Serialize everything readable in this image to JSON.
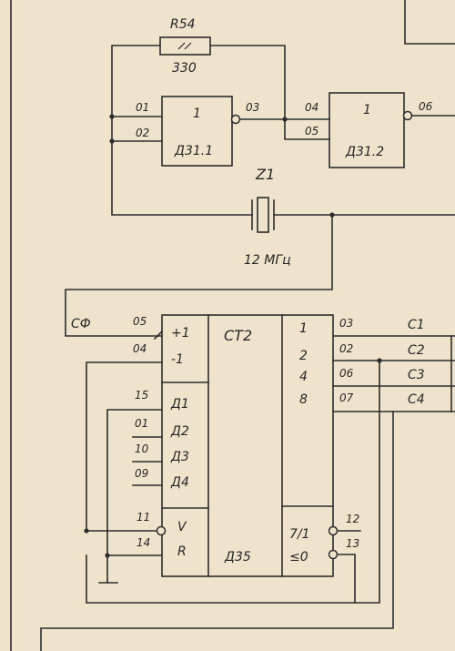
{
  "resistor": {
    "ref": "R54",
    "value": "330",
    "mark": "\\\\"
  },
  "gate1": {
    "symbol": "1",
    "ref": "Д31.1",
    "in_a": "01",
    "in_b": "02",
    "out": "03"
  },
  "gate2": {
    "symbol": "1",
    "ref": "Д31.2",
    "in_a": "04",
    "in_b": "05",
    "out": "06"
  },
  "crystal": {
    "ref": "Z1",
    "value": "12 МГц"
  },
  "counter": {
    "type": "СТ2",
    "ref": "Д35",
    "inputs": [
      {
        "pin": "05",
        "name": "+1"
      },
      {
        "pin": "04",
        "name": "-1"
      },
      {
        "pin": "15",
        "name": "Д1"
      },
      {
        "pin": "01",
        "name": "Д2"
      },
      {
        "pin": "10",
        "name": "Д3"
      },
      {
        "pin": "09",
        "name": "Д4"
      },
      {
        "pin": "11",
        "name": "V"
      },
      {
        "pin": "14",
        "name": "R"
      }
    ],
    "outputs": [
      {
        "weight": "1",
        "pin": "03",
        "net": "С1"
      },
      {
        "weight": "2",
        "pin": "02",
        "net": "С2"
      },
      {
        "weight": "4",
        "pin": "06",
        "net": "С3"
      },
      {
        "weight": "8",
        "pin": "07",
        "net": "С4"
      }
    ],
    "carry": [
      {
        "name": "7/1",
        "pin": "12"
      },
      {
        "name": "≤0",
        "pin": "13"
      }
    ]
  },
  "net_cf": "СФ"
}
